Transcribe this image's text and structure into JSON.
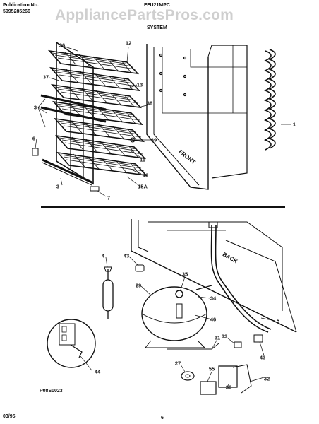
{
  "header": {
    "publication_label": "Publication No.",
    "publication_number": "5995285266",
    "model": "FFU21MPC",
    "section_title": "SYSTEM",
    "watermark": "AppliancePartsPros.com"
  },
  "upper_diagram": {
    "callouts": {
      "c36": "36",
      "c12": "12",
      "c37": "37",
      "c13": "13",
      "c3a": "3",
      "c38": "38",
      "c6": "6",
      "c11": "11",
      "c39": "39",
      "c1": "1",
      "c40": "40",
      "c15a": "15A",
      "c3b": "3",
      "c7": "7"
    },
    "front_label": "FRONT"
  },
  "lower_diagram": {
    "callouts": {
      "c4": "4",
      "c43a": "43",
      "c35": "35",
      "c29": "29",
      "c34": "34",
      "c46": "46",
      "c5": "5",
      "c33": "33",
      "c31": "31",
      "c43b": "43",
      "c27": "27",
      "c55": "55",
      "c32": "32",
      "c30": "30",
      "c44": "44"
    },
    "back_label": "BACK",
    "figure_code": "P08S0023"
  },
  "footer": {
    "date": "03/95",
    "page": "6"
  }
}
